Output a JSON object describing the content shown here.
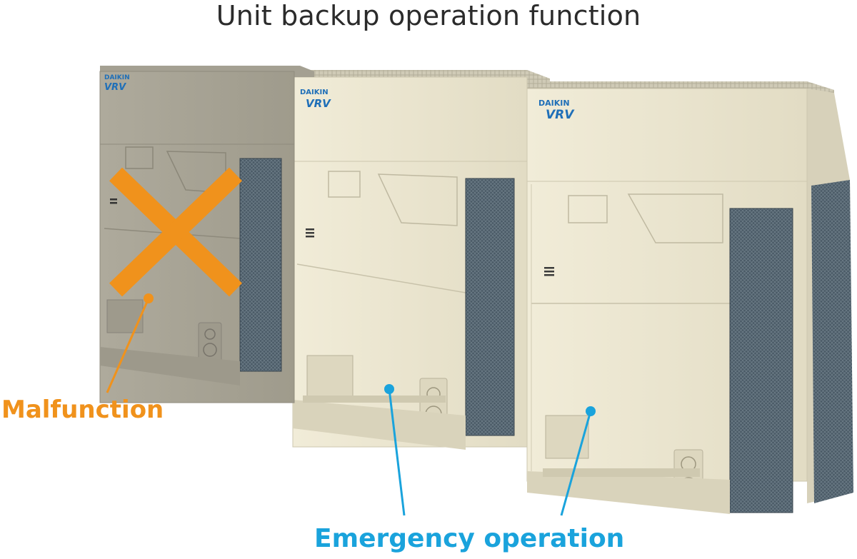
{
  "title": "Unit backup operation function",
  "units": [
    {
      "brand": "DAIKIN",
      "model": "VRV",
      "status_label": "Malfunction"
    },
    {
      "brand": "DAIKIN",
      "model": "VRV",
      "status_label": "Emergency operation"
    },
    {
      "brand": "DAIKIN",
      "model": "VRV",
      "status_label": "Emergency operation"
    }
  ],
  "labels": {
    "malfunction": "Malfunction",
    "emergency": "Emergency operation"
  },
  "colors": {
    "malfunction": "#f0921c",
    "emergency": "#1aa3dc",
    "title": "#2b2b2b",
    "unit_grey": "#a9a597",
    "unit_cream": "#e9e4cf",
    "coil": "#4a5a66",
    "brand_blue": "#1f6fb8"
  },
  "icons": {
    "malfunction_marker": "cross-icon"
  }
}
